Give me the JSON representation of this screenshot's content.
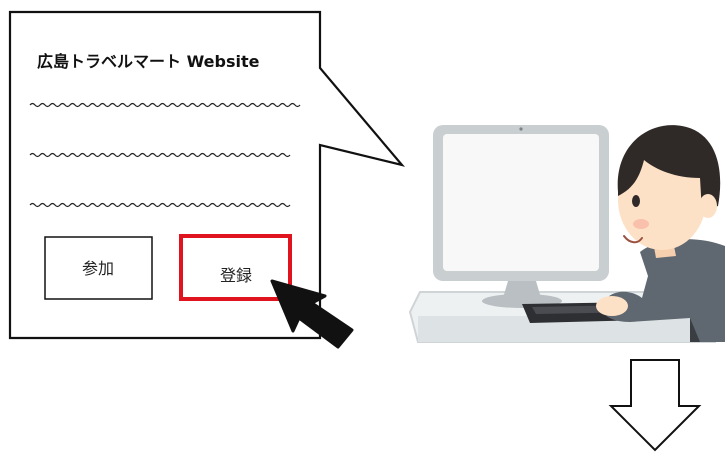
{
  "speech_bubble": {
    "title": "広島トラベルマート Website",
    "join_button_label": "参加",
    "register_button_label": "登録"
  },
  "colors": {
    "highlight": "#e0141e",
    "screen": "#f8f8f8",
    "monitor_frame": "#c9ced1",
    "skin": "#fde1c6",
    "hair": "#2f2a28",
    "shirt": "#5f6770",
    "cursor": "#111111"
  },
  "icons": {
    "cursor": "mouse-pointer-arrow-icon",
    "flow_arrow": "down-arrow-icon"
  }
}
